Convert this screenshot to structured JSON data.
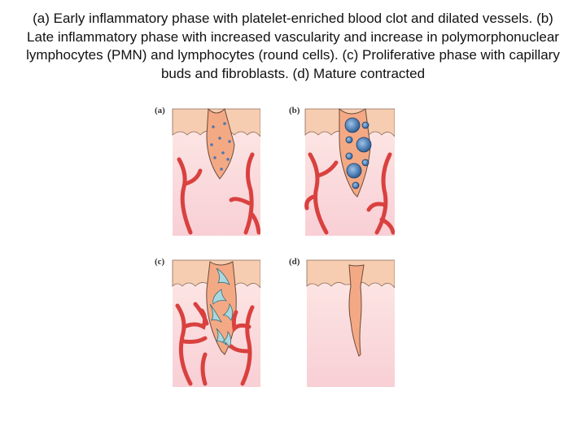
{
  "caption": "(a) Early inflammatory phase with platelet-enriched blood clot and dilated vessels. (b) Late inflammatory phase with increased vascularity and increase in polymorphonuclear lymphocytes (PMN) and lymphocytes (round cells). (c) Proliferative phase with capillary buds and fibroblasts. (d) Mature contracted",
  "panels": [
    {
      "label": "(a)"
    },
    {
      "label": "(b)"
    },
    {
      "label": "(c)"
    },
    {
      "label": "(d)"
    }
  ],
  "colors": {
    "epidermis": "#f6cdb0",
    "dermis": "#fbe3e6",
    "clot": "#f4a985",
    "vessel": "#d9413f",
    "cell": "#4a78b0",
    "fibroblast": "#a9d8df"
  }
}
